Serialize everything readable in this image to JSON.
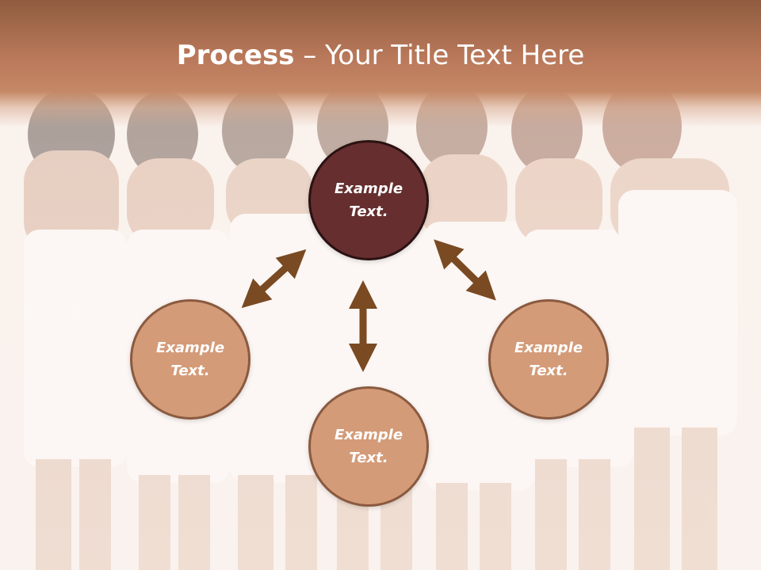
{
  "slide": {
    "title_bold": "Process",
    "title_rest": " – Your Title Text Here"
  },
  "nodes": {
    "top": "Example\nText.",
    "left": "Example\nText.",
    "bottom": "Example\nText.",
    "right": "Example\nText."
  },
  "colors": {
    "title_band": "#b9785a",
    "node_fill": "#d49b78",
    "node_border": "#8a5a40",
    "top_node_fill": "#662e2f",
    "arrow": "#7a4a22"
  }
}
